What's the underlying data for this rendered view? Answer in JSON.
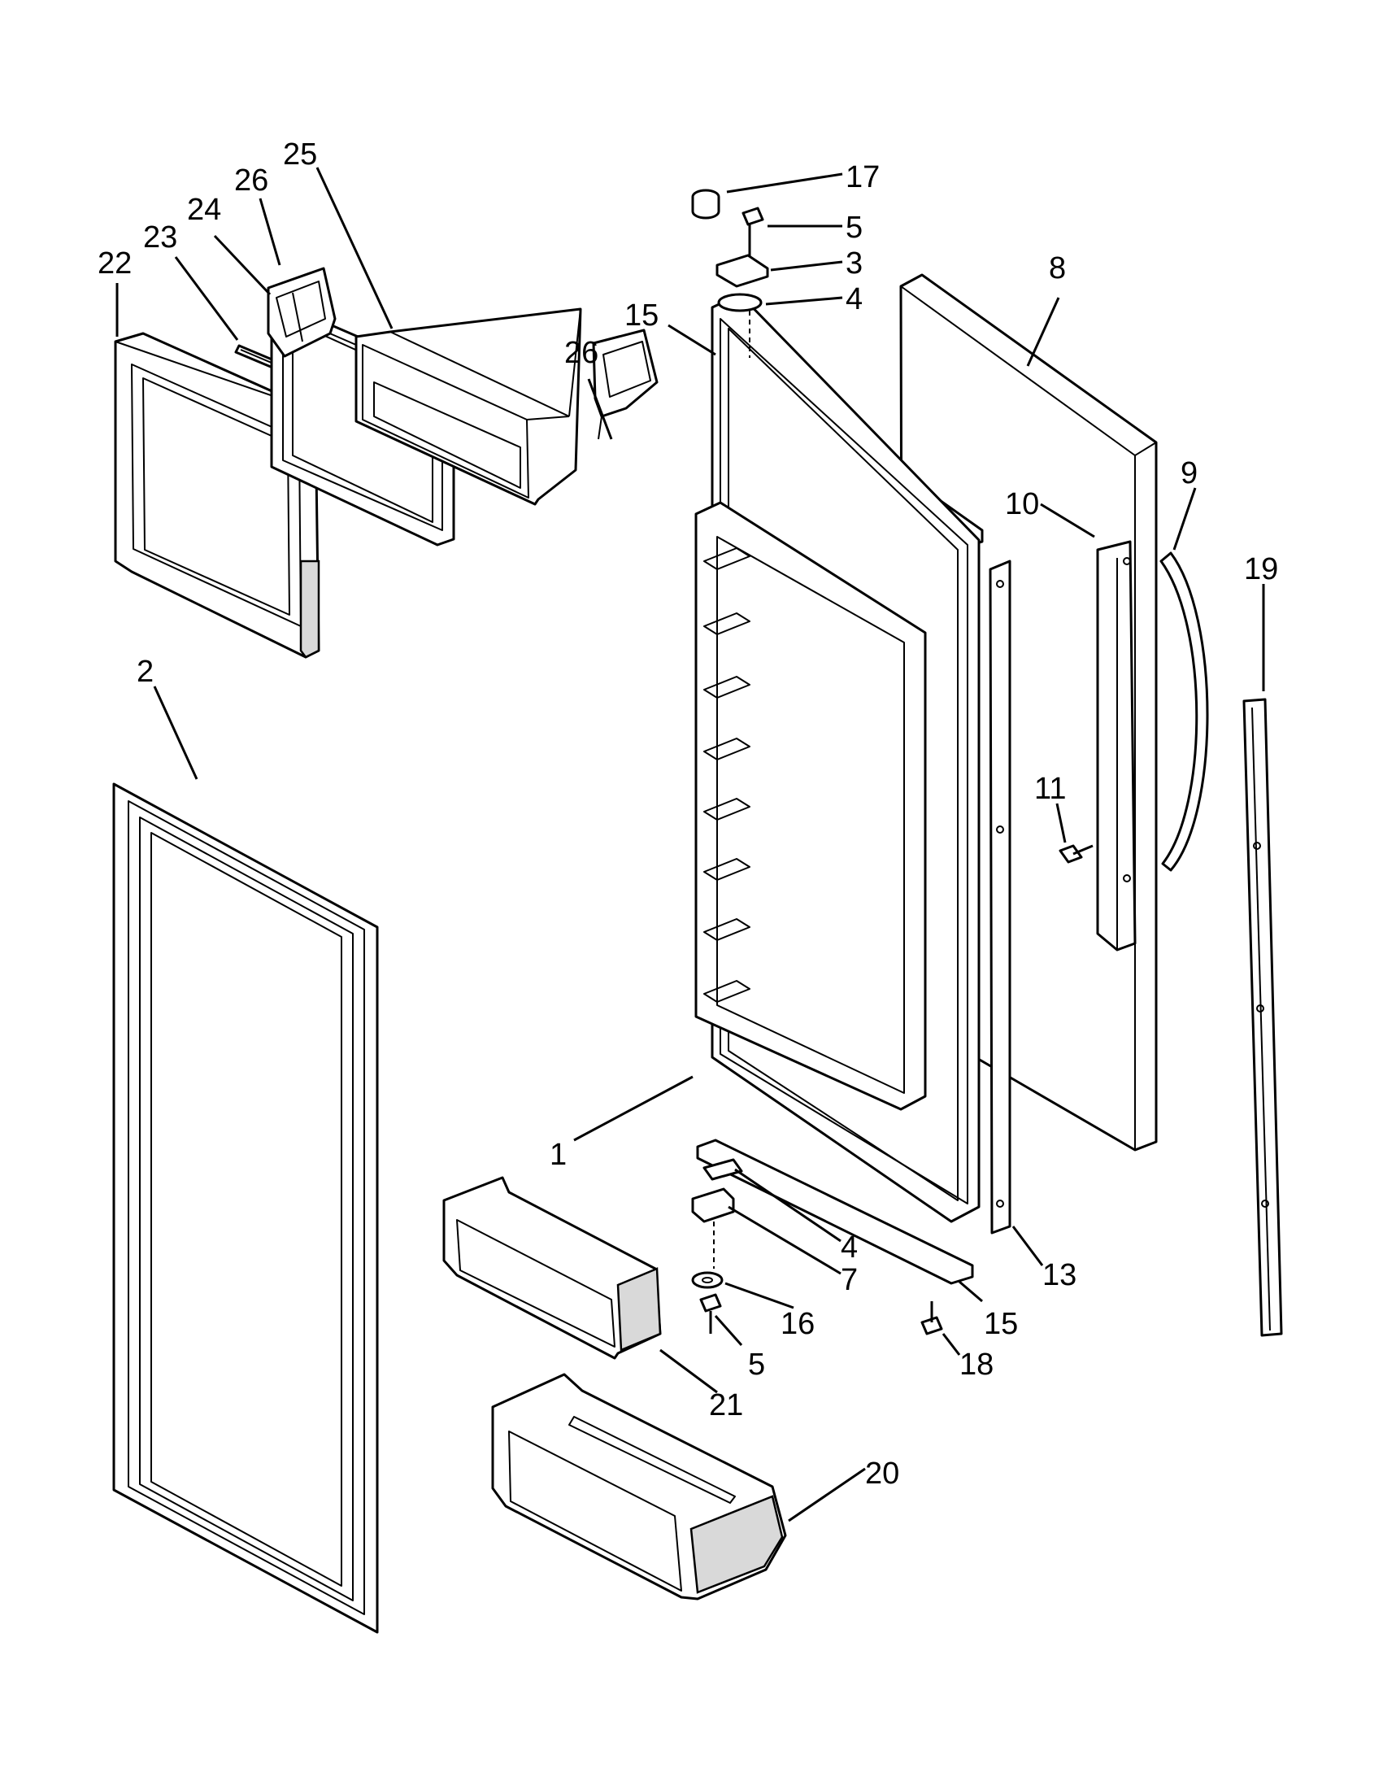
{
  "diagram": {
    "colors": {
      "line": "#000000",
      "background": "#ffffff",
      "shade": "#d9d9d9"
    },
    "callouts": [
      {
        "id": "c17",
        "label": "17",
        "part": "hinge-cap"
      },
      {
        "id": "c5a",
        "label": "5",
        "part": "hinge-screw-top"
      },
      {
        "id": "c3",
        "label": "3",
        "part": "top-hinge"
      },
      {
        "id": "c4a",
        "label": "4",
        "part": "hinge-shim-top"
      },
      {
        "id": "c8",
        "label": "8",
        "part": "door-outer-panel"
      },
      {
        "id": "c15a",
        "label": "15",
        "part": "top-trim-strip"
      },
      {
        "id": "c26a",
        "label": "26",
        "part": "bin-end-cap-left"
      },
      {
        "id": "c25",
        "label": "25",
        "part": "dairy-bin"
      },
      {
        "id": "c24",
        "label": "24",
        "part": "dairy-door-gasket"
      },
      {
        "id": "c23",
        "label": "23",
        "part": "door-seal-strip"
      },
      {
        "id": "c22",
        "label": "22",
        "part": "dairy-door"
      },
      {
        "id": "c26b",
        "label": "26",
        "part": "bin-end-cap-right"
      },
      {
        "id": "c10",
        "label": "10",
        "part": "handle-bracket"
      },
      {
        "id": "c9",
        "label": "9",
        "part": "door-handle"
      },
      {
        "id": "c19",
        "label": "19",
        "part": "handle-trim"
      },
      {
        "id": "c2",
        "label": "2",
        "part": "door-gasket"
      },
      {
        "id": "c11",
        "label": "11",
        "part": "handle-screw"
      },
      {
        "id": "c1",
        "label": "1",
        "part": "door-liner"
      },
      {
        "id": "c4b",
        "label": "4",
        "part": "hinge-shim-bottom"
      },
      {
        "id": "c7",
        "label": "7",
        "part": "bottom-hinge"
      },
      {
        "id": "c13",
        "label": "13",
        "part": "side-trim"
      },
      {
        "id": "c16",
        "label": "16",
        "part": "washer"
      },
      {
        "id": "c15b",
        "label": "15",
        "part": "bottom-trim-strip"
      },
      {
        "id": "c5b",
        "label": "5",
        "part": "hinge-screw-bottom"
      },
      {
        "id": "c18",
        "label": "18",
        "part": "trim-screw"
      },
      {
        "id": "c21",
        "label": "21",
        "part": "door-shelf-small"
      },
      {
        "id": "c20",
        "label": "20",
        "part": "door-shelf-large"
      }
    ]
  }
}
